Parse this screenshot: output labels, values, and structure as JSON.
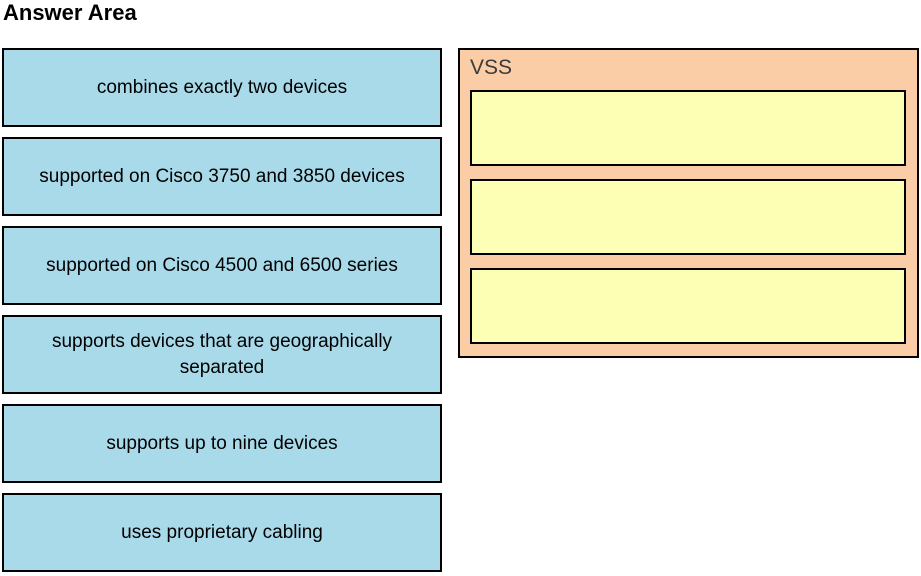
{
  "title": "Answer Area",
  "options": [
    {
      "label": "combines exactly two devices"
    },
    {
      "label": "supported on Cisco 3750 and 3850 devices"
    },
    {
      "label": "supported on Cisco 4500 and 6500 series"
    },
    {
      "label": "supports devices that are geographically separated"
    },
    {
      "label": "supports up to nine devices"
    },
    {
      "label": "uses proprietary cabling"
    }
  ],
  "target": {
    "title": "VSS",
    "slots": [
      {
        "value": ""
      },
      {
        "value": ""
      },
      {
        "value": ""
      }
    ]
  },
  "colors": {
    "option_fill": "#A9DAEA",
    "panel_fill": "#FACDA6",
    "slot_fill": "#FDFFB4",
    "border": "#000000"
  }
}
